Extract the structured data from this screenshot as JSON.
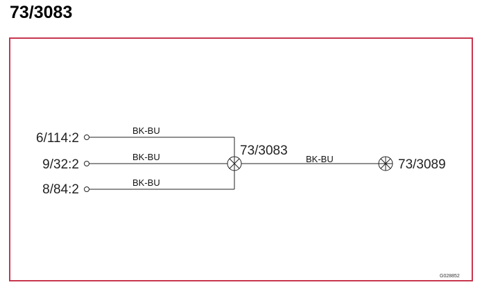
{
  "title": "73/3083",
  "frame_color": "#c8354d",
  "terminals": [
    {
      "label": "6/114:2",
      "wire_color": "BK-BU"
    },
    {
      "label": "9/32:2",
      "wire_color": "BK-BU"
    },
    {
      "label": "8/84:2",
      "wire_color": "BK-BU"
    }
  ],
  "splice_center": {
    "label": "73/3083"
  },
  "link_wire": {
    "wire_color": "BK-BU"
  },
  "splice_end": {
    "label": "73/3089"
  },
  "figure_code": "G028852"
}
